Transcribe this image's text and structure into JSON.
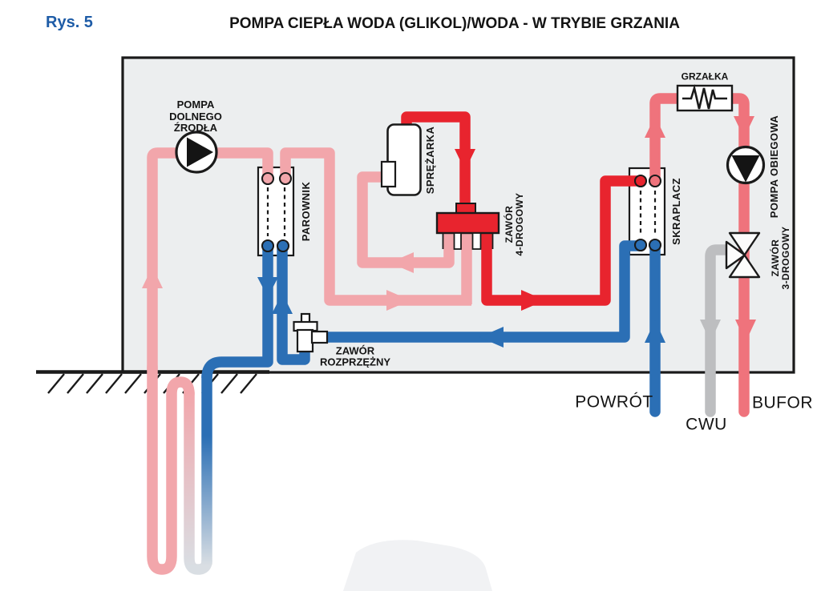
{
  "figure": {
    "tag": "Rys. 5",
    "title": "POMPA CIEPŁA WODA (GLIKOL)/WODA - W TRYBIE GRZANIA"
  },
  "labels": {
    "source_pump_l1": "POMPA",
    "source_pump_l2": "DOLNEGO",
    "source_pump_l3": "ŹRODŁA",
    "evaporator": "PAROWNIK",
    "compressor": "SPRĘŻARKA",
    "four_way_valve_l1": "ZAWÓR",
    "four_way_valve_l2": "4-DROGOWY",
    "expansion_valve_l1": "ZAWÓR",
    "expansion_valve_l2": "ROZPRZĘŻNY",
    "condenser": "SKRAPLACZ",
    "heater": "GRZAŁKA",
    "circulation_pump": "POMPA OBIEGOWA",
    "three_way_valve_l1": "ZAWÓR",
    "three_way_valve_l2": "3-DROGOWY",
    "return_line": "POWRÓT",
    "dhw_line": "CWU",
    "buffer_line": "BUFOR"
  },
  "colors": {
    "pipe_pink": "#F2A6AB",
    "pipe_red": "#E8242E",
    "pipe_salmon": "#EF737C",
    "pipe_blue": "#2B6FB5",
    "pipe_gray": "#BDBEC0",
    "pipe_fade": "#D9DEE3",
    "box_fill": "#ECEEEF",
    "outline": "#1A1A1A",
    "accent_blue": "#1E5CA7"
  }
}
